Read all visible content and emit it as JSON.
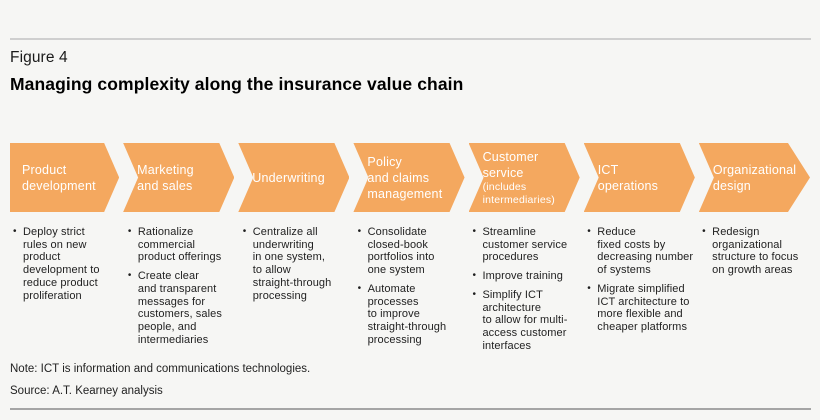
{
  "figure": {
    "label": "Figure 4",
    "title": "Managing complexity along the insurance value chain"
  },
  "ui": {
    "bullet_char": "•",
    "chevron_color": "#f4a85f",
    "background_color": "#f6f6f4"
  },
  "stages": [
    {
      "label": "Product\ndevelopment",
      "bullets": [
        "Deploy strict\nrules on new\nproduct\ndevelopment to\nreduce product\nproliferation"
      ]
    },
    {
      "label": "Marketing\nand sales",
      "bullets": [
        "Rationalize\ncommercial\nproduct offerings",
        "Create clear\nand transparent\nmessages for\ncustomers, sales\npeople, and\nintermediaries"
      ]
    },
    {
      "label": "Underwriting",
      "bullets": [
        "Centralize all\nunderwriting\nin one system,\nto allow\nstraight-through\nprocessing"
      ]
    },
    {
      "label": "Policy\nand claims\nmanagement",
      "bullets": [
        "Consolidate\nclosed-book\nportfolios into\none system",
        "Automate\nprocesses\nto improve\nstraight-through\nprocessing"
      ]
    },
    {
      "label": "Customer\nservice",
      "sublabel": "(includes\nintermediaries)",
      "bullets": [
        "Streamline\ncustomer service\nprocedures",
        "Improve training",
        "Simplify ICT\narchitecture\nto allow for multi-\naccess customer\ninterfaces"
      ]
    },
    {
      "label": "ICT\noperations",
      "bullets": [
        "Reduce\nfixed costs by\ndecreasing number\nof systems",
        "Migrate simplified\nICT architecture to\nmore flexible and\ncheaper platforms"
      ]
    },
    {
      "label": "Organizational\ndesign",
      "bullets": [
        "Redesign\norganizational\nstructure to focus\non growth areas"
      ]
    }
  ],
  "footer": {
    "note": "Note: ICT is information and communications technologies.",
    "source": "Source: A.T. Kearney analysis"
  }
}
